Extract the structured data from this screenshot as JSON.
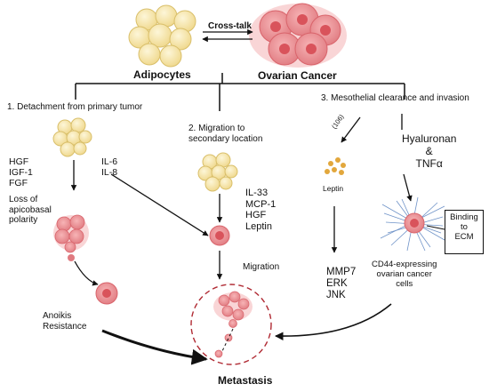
{
  "top": {
    "crosstalk": "Cross-talk",
    "adipocytes": "Adipocytes",
    "ovarian_cancer": "Ovarian Cancer"
  },
  "branch1": {
    "heading": "1. Detachment from primary tumor",
    "factors_a": "HGF\nIGF-1\nFGF",
    "factors_b": "IL-6\nIL-8",
    "polarity": "Loss of\napicobasal\npolarity",
    "anoikis": "Anoikis\nResistance"
  },
  "branch2": {
    "heading": "2. Migration to\nsecondary location",
    "factors": "IL-33\nMCP-1\nHGF\nLeptin",
    "migration": "Migration"
  },
  "branch3": {
    "heading": "3. Mesothelial clearance and invasion",
    "ref": "(106)",
    "leptin": "Leptin",
    "hyaluronan": "Hyaluronan\n&\nTNFα",
    "ecm": "Binding\nto\nECM",
    "mediators": "MMP7\nERK\nJNK",
    "cd44": "CD44-expressing\novarian cancer\ncells"
  },
  "metastasis": "Metastasis",
  "colors": {
    "adipocyte_fill": "#f7e6a4",
    "adipocyte_stroke": "#d9bf6a",
    "cancer_fill": "#ee8a8e",
    "cancer_core": "#d9535b",
    "dashed_circle": "#b02a33",
    "fiber": "#6f93c8"
  }
}
